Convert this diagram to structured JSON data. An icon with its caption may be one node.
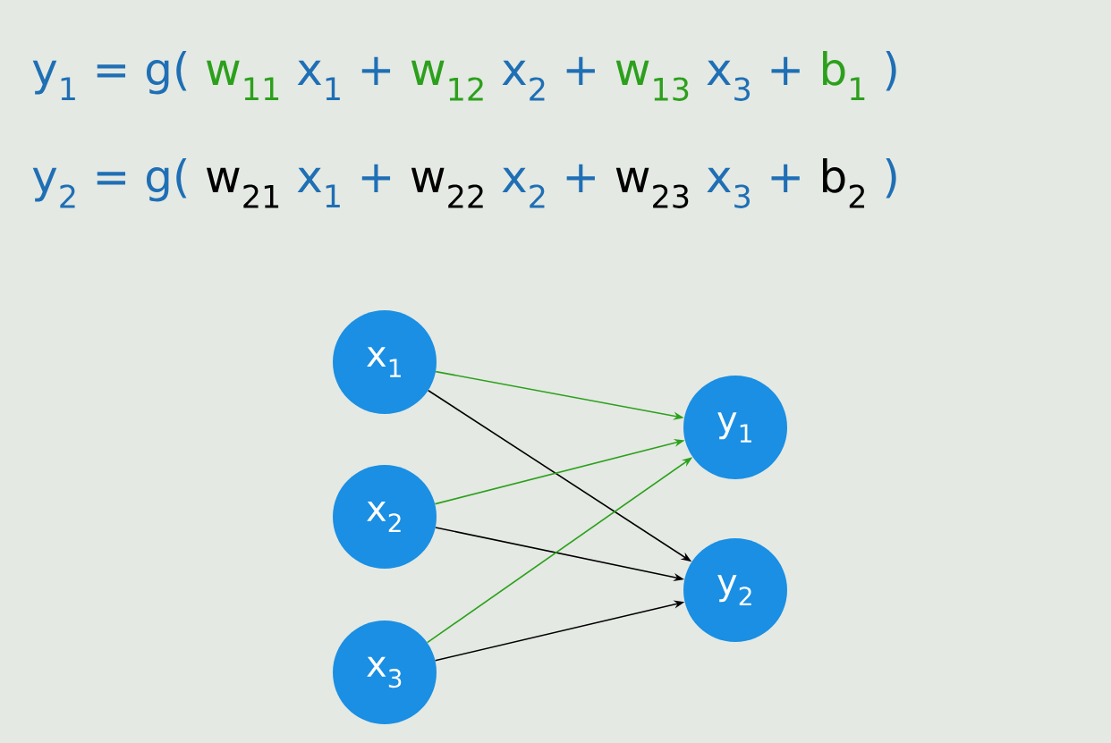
{
  "diagram": {
    "nodes": [
      {
        "text": [
          "x$_{1}$"
        ]
      },
      {
        "text": [
          "x$_{2}$"
        ]
      },
      {
        "text": [
          "x$_{3}$"
        ]
      },
      {
        "text": [
          "y$_{1}$"
        ]
      },
      {
        "text": [
          "y$_{2}$"
        ]
      }
    ],
    "edges": [
      {
        "from": 0,
        "to": 3,
        "arrow": "to",
        "color": "#2ca01c"
      },
      {
        "from": 0,
        "to": 4,
        "arrow": "to",
        "color": "#000000"
      },
      {
        "from": 1,
        "to": 3,
        "arrow": "to",
        "color": "#2ca01c"
      },
      {
        "from": 1,
        "to": 4,
        "arrow": "to",
        "color": "#000000"
      },
      {
        "from": 2,
        "to": 3,
        "arrow": "to",
        "color": "#2ca01c"
      },
      {
        "from": 2,
        "to": 4,
        "arrow": "to",
        "color": "#000000"
      }
    ],
    "labels": [
      "y$_{1}$ = g(",
      "w$_{11}$",
      "x$_{1}$ +",
      "w$_{12}$",
      "x$_{2}$ +",
      "w$_{13}$",
      "x$_{3}$ +",
      "b$_{1}$",
      ")",
      "y$_{2}$ = g(",
      "w$_{21}$",
      "x$_{1}$ +",
      "w$_{22}$",
      "x$_{2}$ +",
      "w$_{23}$",
      "x$_{3}$ +",
      "b$_{2}$",
      ")"
    ]
  }
}
